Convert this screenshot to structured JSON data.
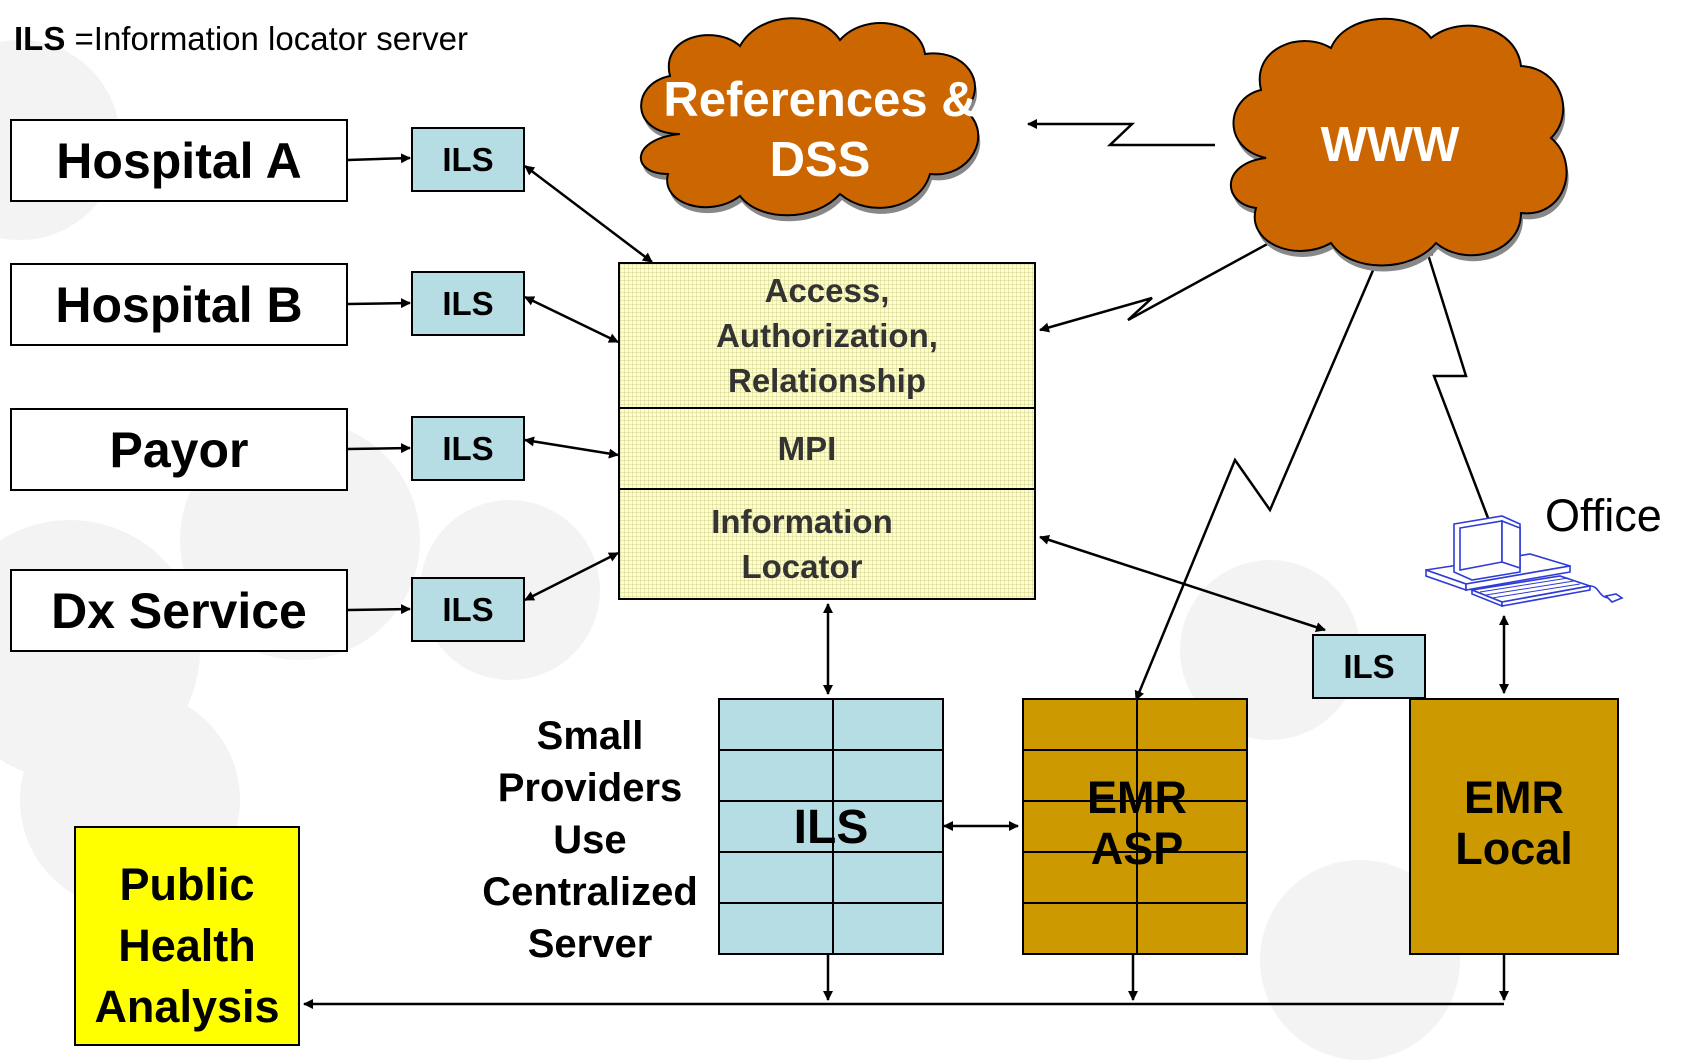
{
  "legend": {
    "abbr": "ILS",
    "definition": " =Information locator server"
  },
  "sources": [
    {
      "label": "Hospital A",
      "ils": "ILS"
    },
    {
      "label": "Hospital B",
      "ils": "ILS"
    },
    {
      "label": "Payor",
      "ils": "ILS"
    },
    {
      "label": "Dx Service",
      "ils": "ILS"
    }
  ],
  "hub": {
    "access": "Access, Authorization, Relationship",
    "mpi": "MPI",
    "locator": "Information Locator"
  },
  "clouds": {
    "references": "References & DSS",
    "www": "WWW"
  },
  "small_providers": "Small Providers Use Centralized Server",
  "central_ils": "ILS",
  "emr_asp": "EMR ASP",
  "emr_local": "EMR Local",
  "emr_local_ils": "ILS",
  "office": "Office",
  "public_health": "Public Health Analysis",
  "colors": {
    "ils_fill": "#b7dde4",
    "hub_fill": "#ffffcc",
    "emr_fill": "#cc9900",
    "cloud_fill": "#cc6600",
    "public_health_fill": "#ffff00"
  }
}
